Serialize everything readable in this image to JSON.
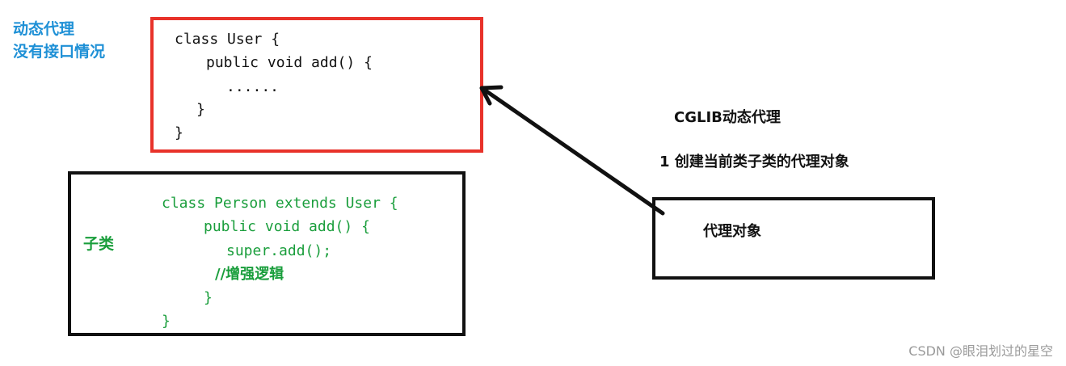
{
  "caption": {
    "line1": "动态代理",
    "line2": "没有接口情况"
  },
  "user_class": {
    "lines": [
      "class User {",
      "public void add() {",
      "......",
      "}",
      "}"
    ]
  },
  "subclass": {
    "label": "子类",
    "lines": [
      "class Person extends User {",
      "public void add() {",
      "super.add();",
      "//增强逻辑",
      "}",
      "}"
    ]
  },
  "cglib": {
    "title": "CGLIB动态代理",
    "step": "1 创建当前类子类的代理对象"
  },
  "proxy_box": {
    "label": "代理对象"
  },
  "colors": {
    "caption": "#1e90d6",
    "red_border": "#e8322a",
    "green_text": "#1a9e3c",
    "black": "#111111"
  },
  "watermark": "CSDN @眼泪划过的星空"
}
